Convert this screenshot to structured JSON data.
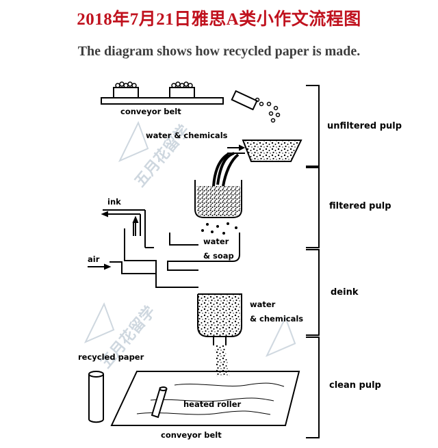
{
  "title": "2018年7月21日雅思A类小作文流程图",
  "subtitle": "The diagram shows how recycled paper is made.",
  "stages": [
    "unfiltered pulp",
    "filtered pulp",
    "deink",
    "clean  pulp"
  ],
  "labels": {
    "conveyor_top": "conveyor belt",
    "water_chem_1": "water & chemicals",
    "ink": "ink",
    "air": "air",
    "water": "water",
    "soap": "& soap",
    "water_2": "water",
    "chem_2": "& chemicals",
    "recycled_paper": "recycled paper",
    "heated_roller": "heated roller",
    "conveyor_bottom": "conveyor belt"
  },
  "watermark": "五月花留学",
  "colors": {
    "title": "#c0121e",
    "line": "#000000",
    "watermark": "#c9d3dc"
  }
}
